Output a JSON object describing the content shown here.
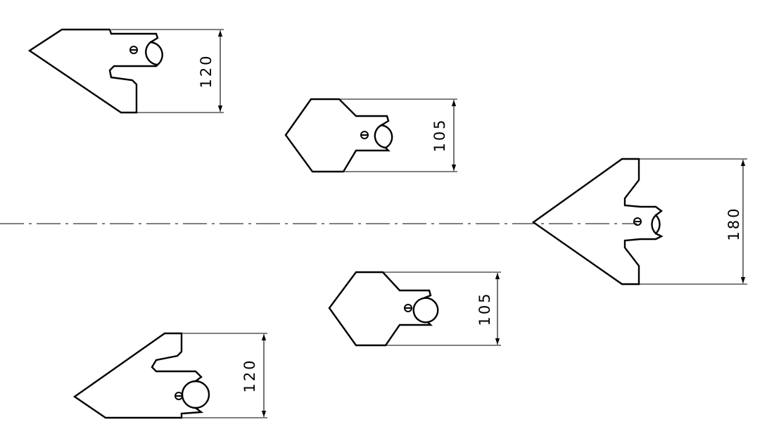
{
  "drawing": {
    "dimensions": {
      "top_left_height": "120",
      "upper_middle_height": "105",
      "right_height": "180",
      "lower_middle_height": "105",
      "bottom_left_height": "120"
    }
  }
}
